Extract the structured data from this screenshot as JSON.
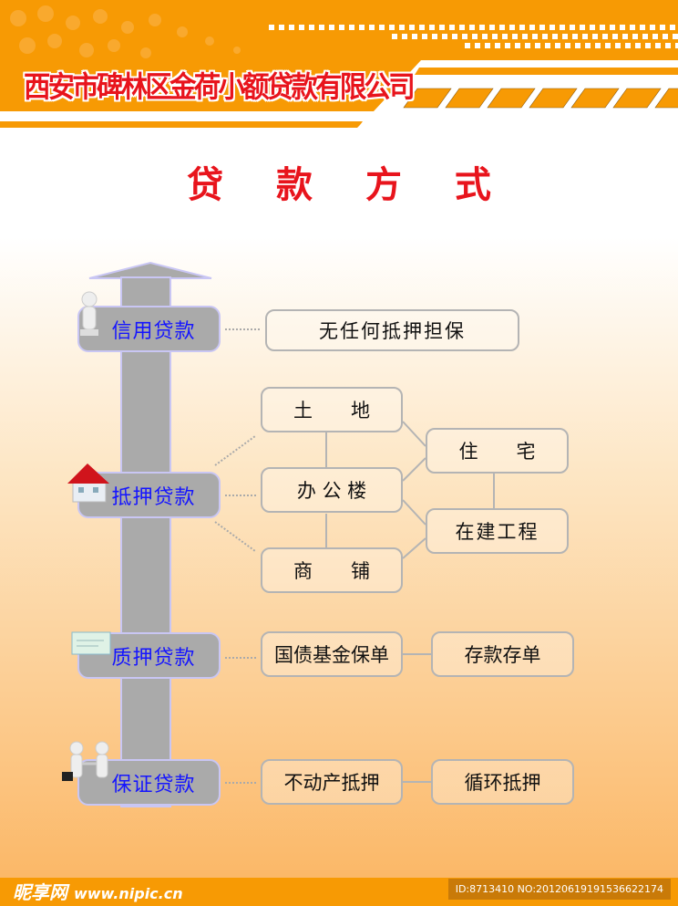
{
  "header": {
    "company": "西安市碑林区金荷小额贷款有限公司"
  },
  "title": "贷 款 方 式",
  "categories": [
    {
      "label": "信用贷款",
      "icon": "person-icon"
    },
    {
      "label": "抵押贷款",
      "icon": "house-icon"
    },
    {
      "label": "质押贷款",
      "icon": "certificate-icon"
    },
    {
      "label": "保证贷款",
      "icon": "handshake-icon"
    }
  ],
  "credit": {
    "item": "无任何抵押担保"
  },
  "mortgage": {
    "items": [
      "土　　地",
      "办 公 楼",
      "商　　铺",
      "住　　宅",
      "在建工程"
    ]
  },
  "pledge": {
    "items": [
      "国债基金保单",
      "存款存单"
    ]
  },
  "guarantee": {
    "items": [
      "不动产抵押",
      "循环抵押"
    ]
  },
  "footer": {
    "logo": "昵享网",
    "site": "www.nipic.cn",
    "id": "ID:8713410 NO:20120619191536622174"
  },
  "colors": {
    "orange": "#f79a04",
    "title_red": "#e8141c",
    "category_text": "#1515ff",
    "category_bg": "#aaaaaa"
  }
}
